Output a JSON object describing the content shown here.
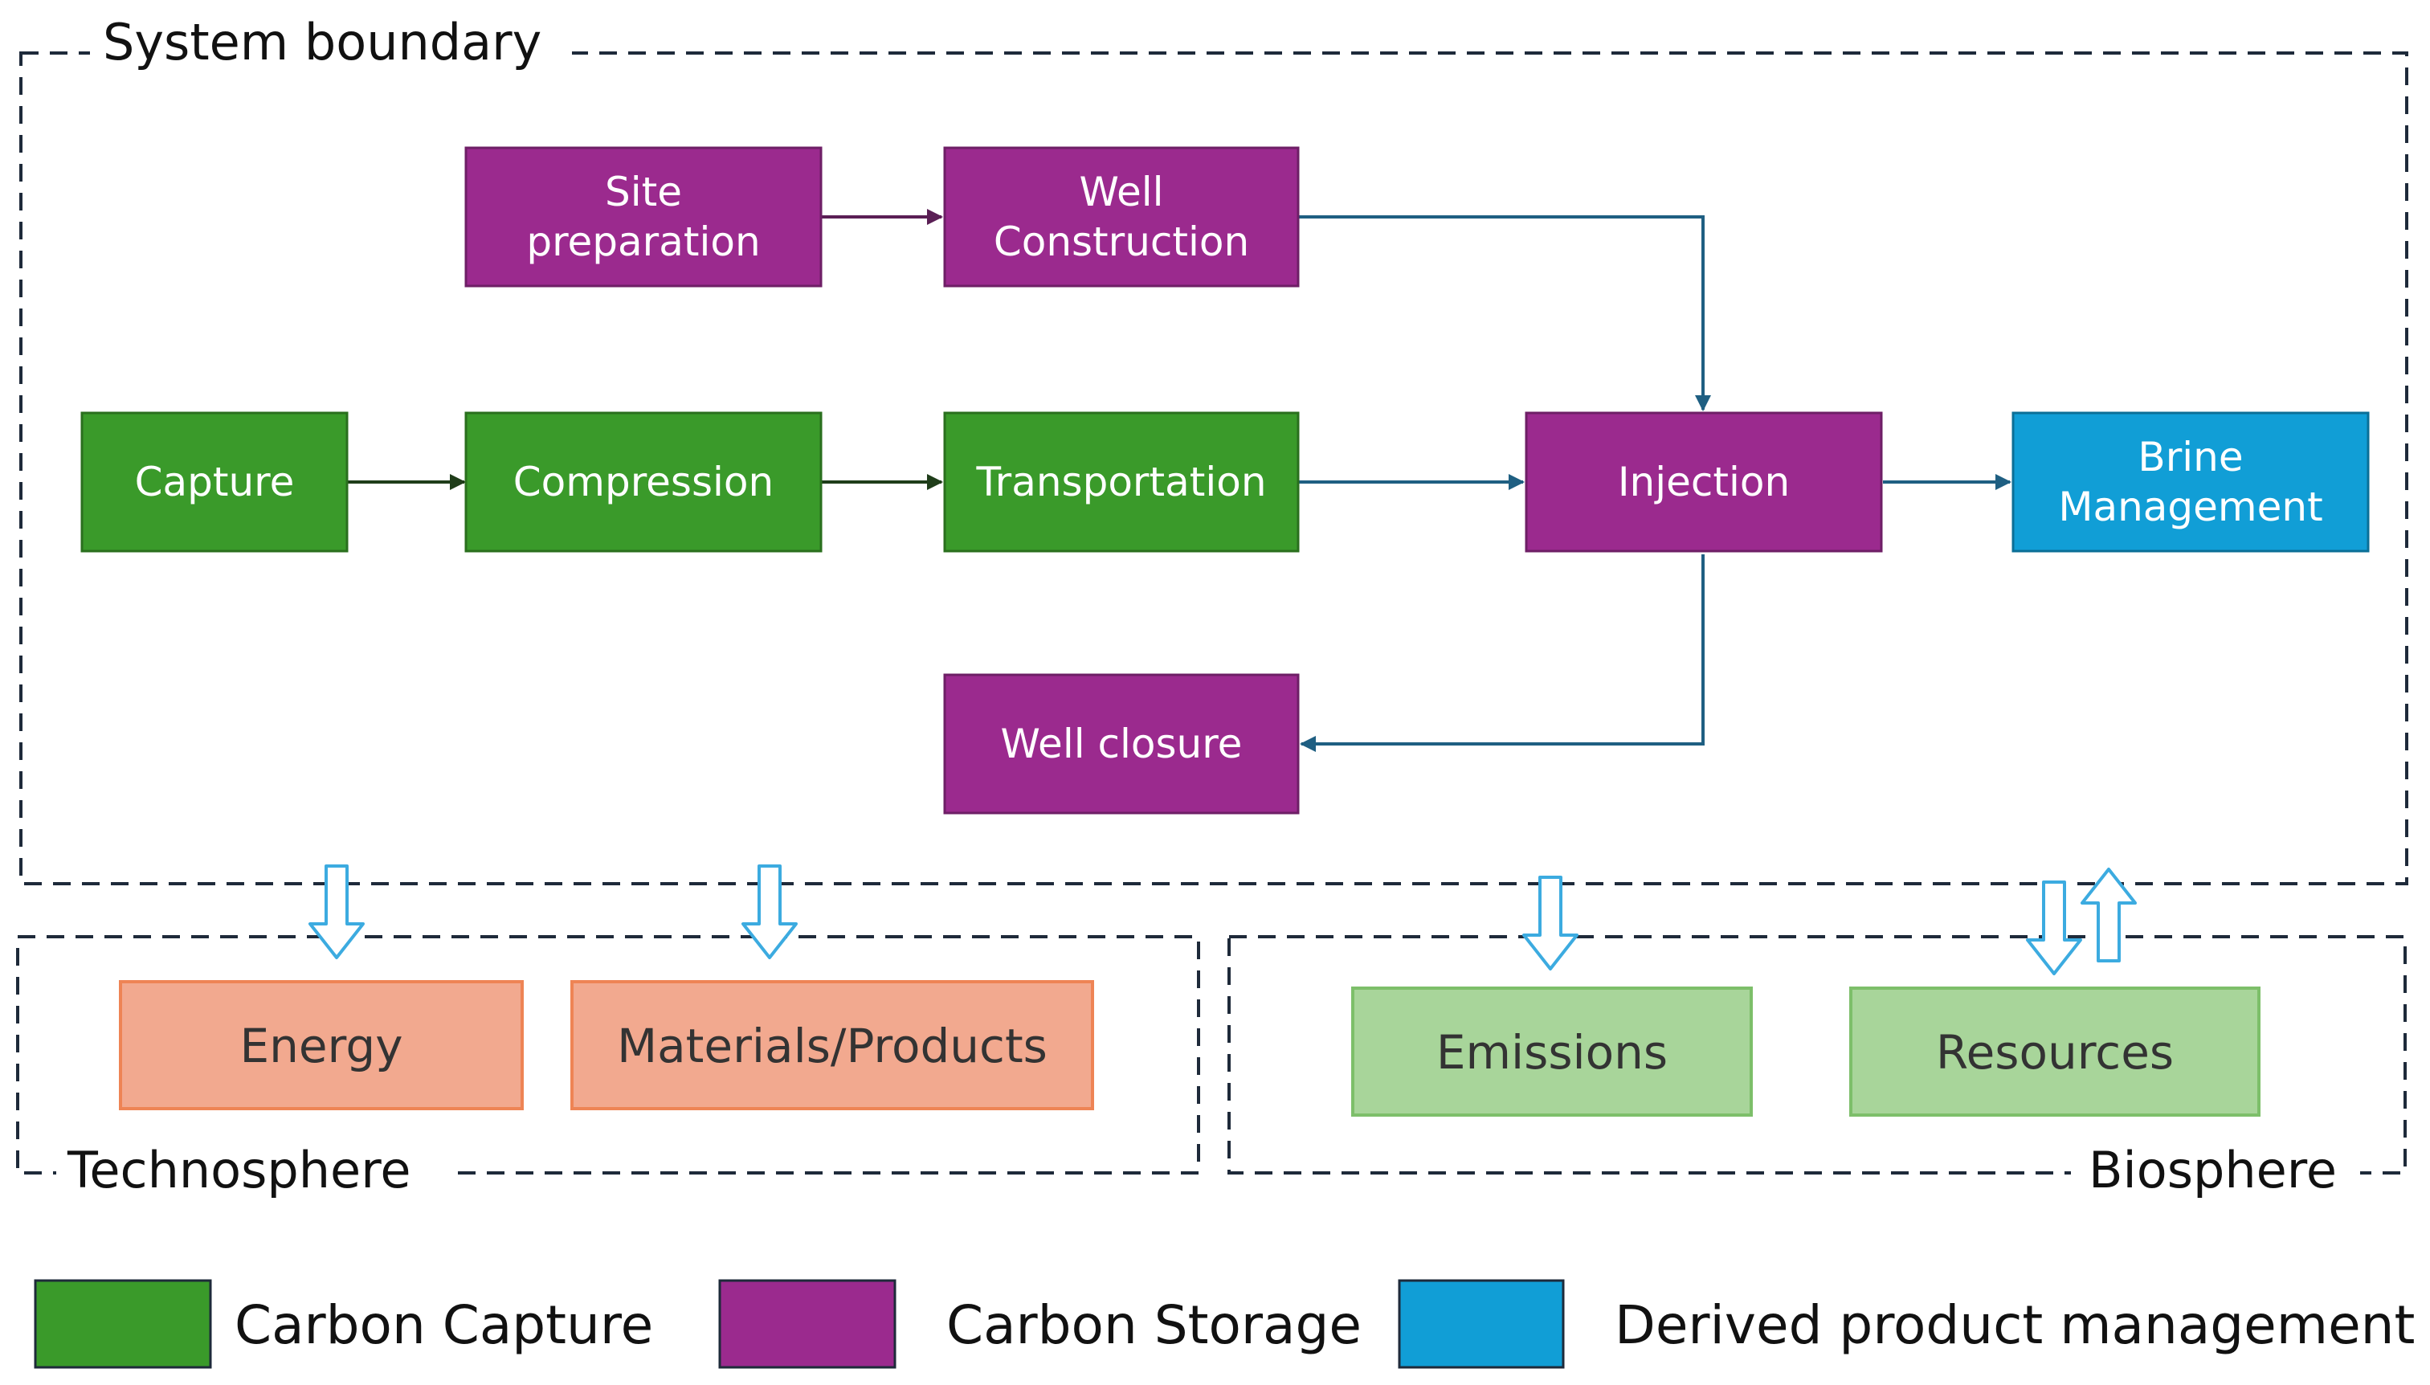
{
  "regions": {
    "system_boundary": "System boundary",
    "technosphere": "Technosphere",
    "biosphere": "Biosphere"
  },
  "process_nodes": {
    "site_preparation": [
      "Site",
      "preparation"
    ],
    "well_construction": [
      "Well",
      "Construction"
    ],
    "capture": "Capture",
    "compression": "Compression",
    "transportation": "Transportation",
    "injection": "Injection",
    "brine_management": [
      "Brine",
      "Management"
    ],
    "well_closure": "Well closure"
  },
  "output_nodes": {
    "energy": "Energy",
    "materials_products": "Materials/Products",
    "emissions": "Emissions",
    "resources": "Resources"
  },
  "legend": [
    {
      "label": "Carbon Capture",
      "color": "#3a9a2a"
    },
    {
      "label": "Carbon Storage",
      "color": "#9b2a8e"
    },
    {
      "label": "Derived product management",
      "color": "#119ed6"
    }
  ],
  "colors": {
    "carbon_capture": "#3a9a2a",
    "carbon_storage": "#9b2a8e",
    "derived_product": "#119ed6",
    "technosphere_box": "#f2a98f",
    "technosphere_border": "#ee8455",
    "biosphere_box": "#a8d59a",
    "biosphere_border": "#7dbf6a",
    "flow_arrow": "#3cabe0"
  }
}
